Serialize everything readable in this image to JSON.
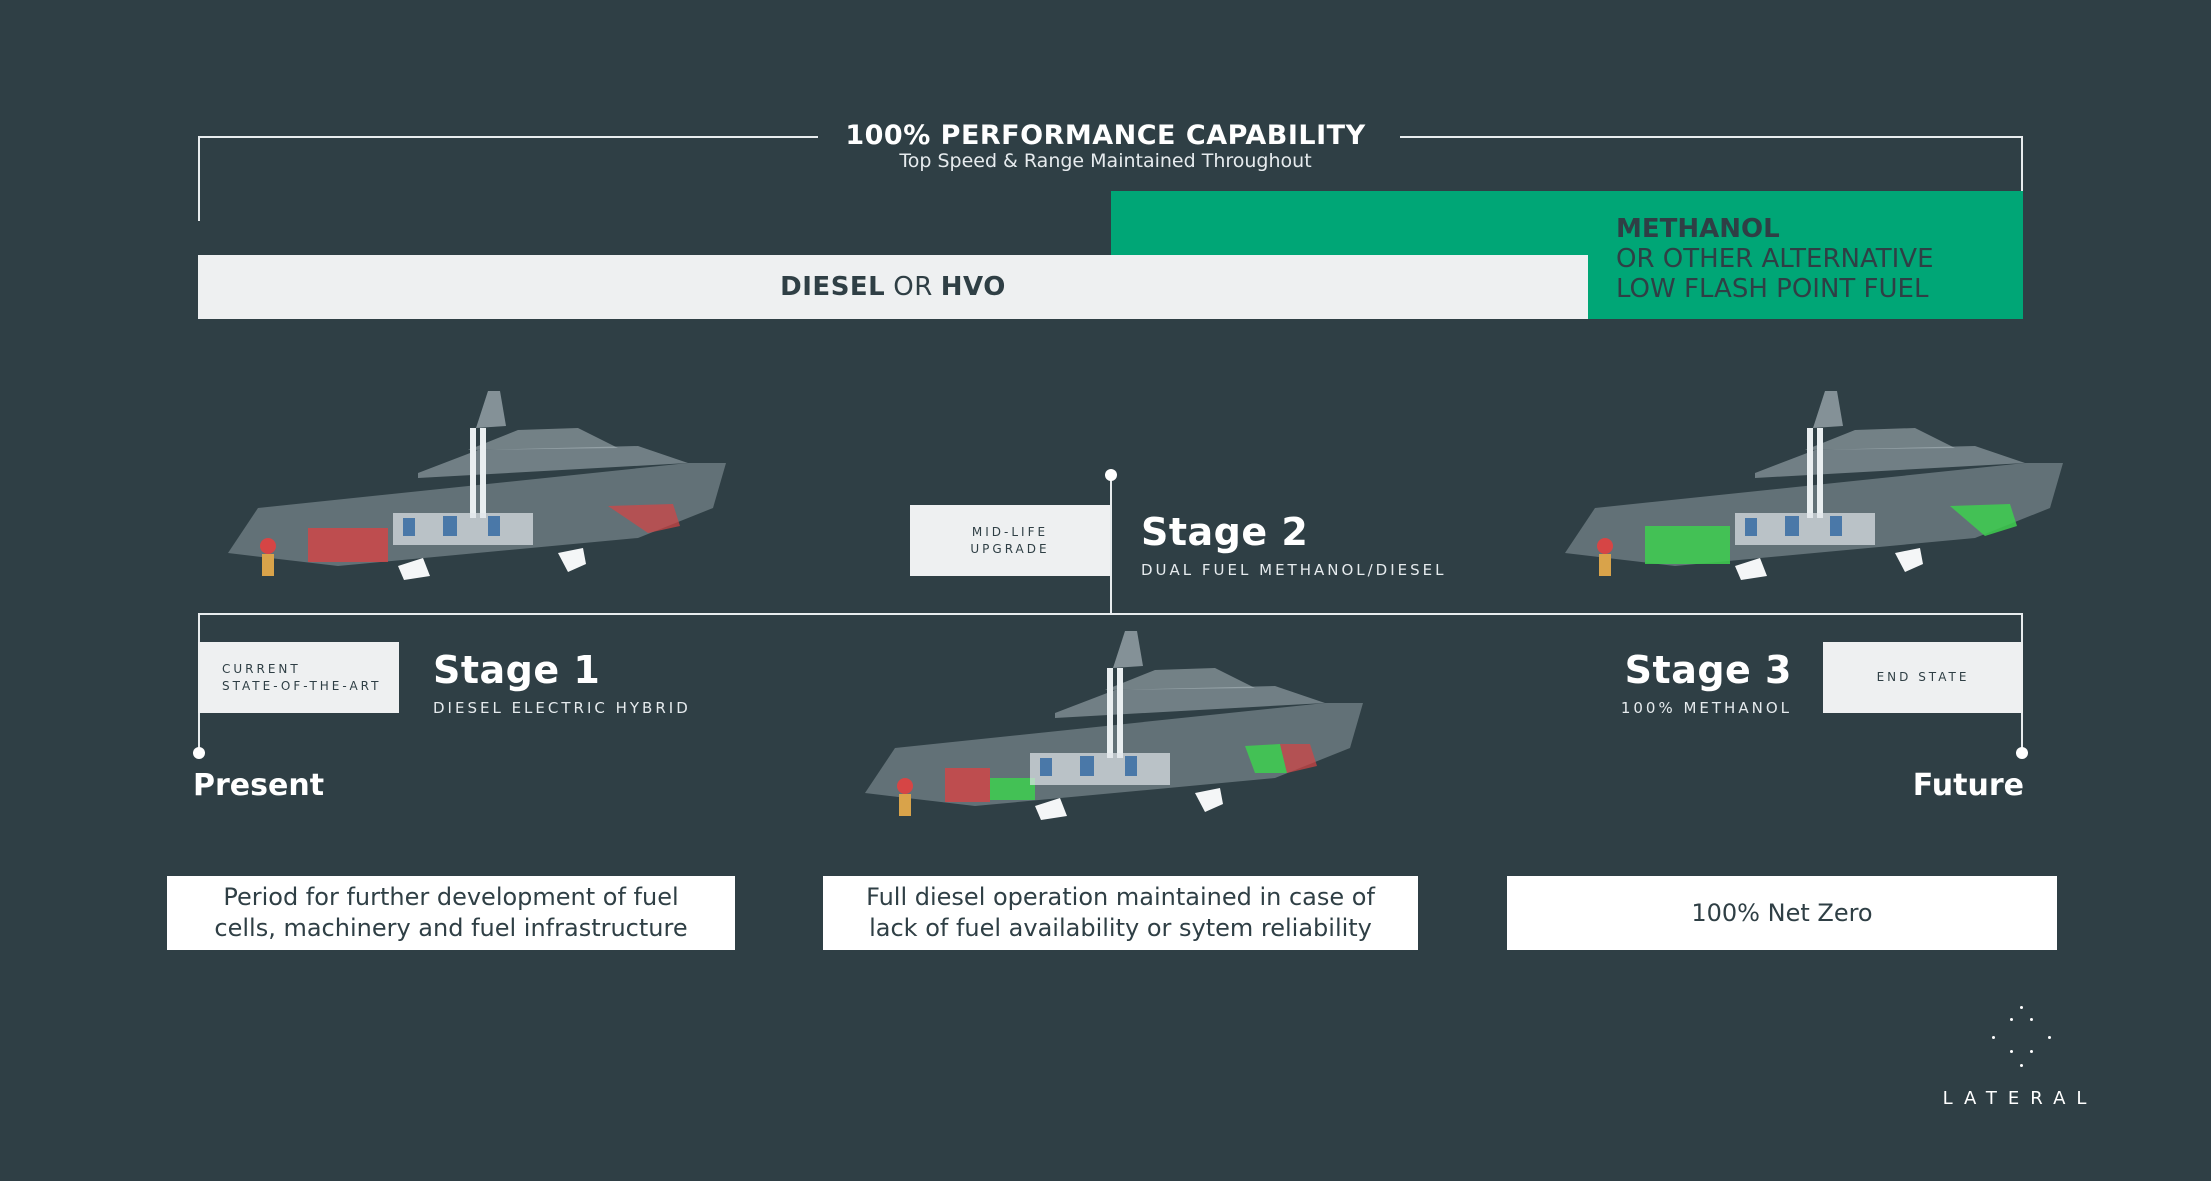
{
  "header": {
    "title": "100% PERFORMANCE CAPABILITY",
    "subtitle": "Top Speed & Range  Maintained Throughout"
  },
  "fuel_bars": {
    "diesel_a": "DIESEL",
    "diesel_or": "OR",
    "diesel_b": "HVO",
    "methanol_title": "METHANOL",
    "methanol_line2": "OR OTHER ALTERNATIVE",
    "methanol_line3": "LOW FLASH POINT FUEL"
  },
  "stages": {
    "stage1": {
      "tag_line1": "CURRENT",
      "tag_line2": "STATE-OF-THE-ART",
      "title": "Stage 1",
      "subtitle": "DIESEL ELECTRIC HYBRID"
    },
    "stage2": {
      "tag_line1": "MID-LIFE",
      "tag_line2": "UPGRADE",
      "title": "Stage 2",
      "subtitle": "DUAL FUEL METHANOL/DIESEL"
    },
    "stage3": {
      "tag": "END STATE",
      "title": "Stage 3",
      "subtitle": "100% METHANOL"
    }
  },
  "timeline": {
    "start": "Present",
    "end": "Future"
  },
  "notes": {
    "left_line1": "Period for further development of fuel",
    "left_line2": "cells, machinery and fuel infrastructure",
    "center_line1": "Full diesel operation maintained in case of",
    "center_line2": "lack of fuel availability or sytem reliability",
    "right": "100% Net Zero"
  },
  "logo": {
    "text": "LATERAL"
  },
  "colors": {
    "background": "#2f3f45",
    "accent_green": "#00a676",
    "light_bar": "#eef0f1",
    "diesel_tank": "#d64545",
    "methanol_tank": "#3ecf4f"
  }
}
